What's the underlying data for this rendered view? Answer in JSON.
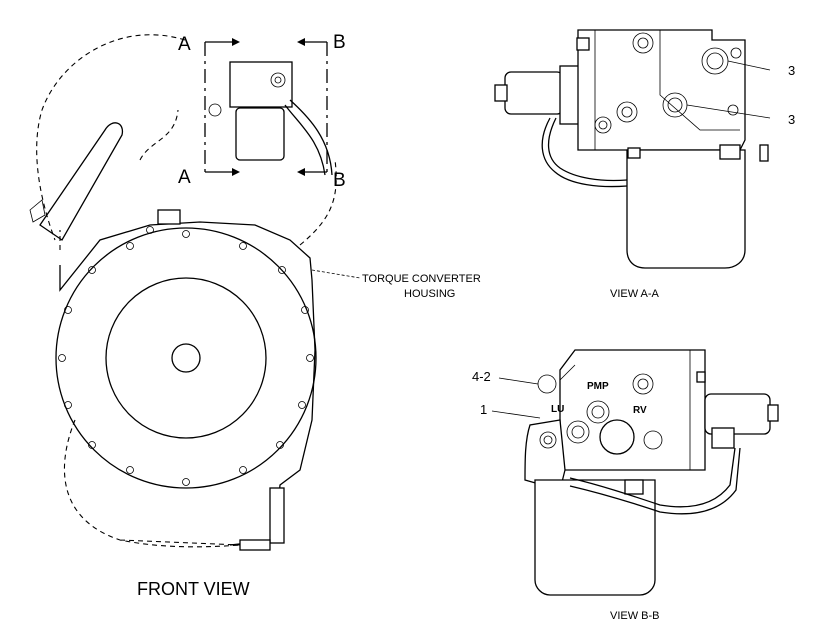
{
  "front_view": {
    "caption": "FRONT VIEW",
    "section_a_top": "A",
    "section_a_bottom": "A",
    "section_b_top": "B",
    "section_b_bottom": "B",
    "housing_label_line1": "TORQUE CONVERTER",
    "housing_label_line2": "HOUSING"
  },
  "view_aa": {
    "caption": "VIEW A-A",
    "callout_upper": "3",
    "callout_lower": "3"
  },
  "view_bb": {
    "caption": "VIEW B-B",
    "callout_upper": "4-2",
    "callout_lower": "1",
    "port_pmp": "PMP",
    "port_lu": "LU",
    "port_rv": "RV"
  }
}
